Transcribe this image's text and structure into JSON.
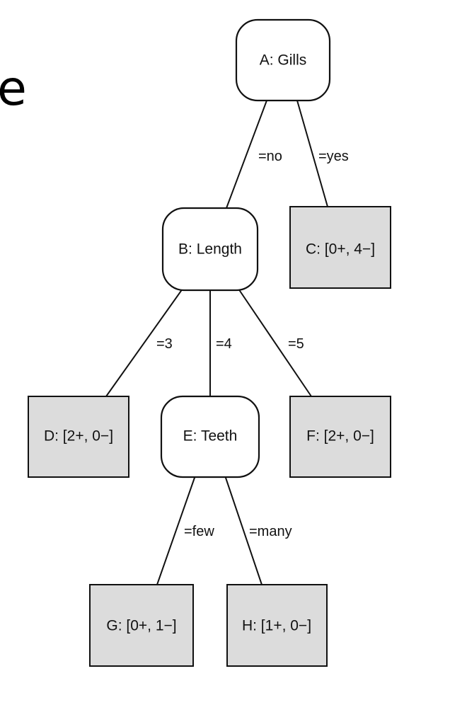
{
  "cropped_text": "e",
  "nodes": {
    "A": {
      "label": "A: Gills",
      "kind": "attribute"
    },
    "B": {
      "label": "B: Length",
      "kind": "attribute"
    },
    "C": {
      "label": "C: [0+, 4−]",
      "kind": "leaf"
    },
    "D": {
      "label": "D: [2+, 0−]",
      "kind": "leaf"
    },
    "E": {
      "label": "E: Teeth",
      "kind": "attribute"
    },
    "F": {
      "label": "F: [2+, 0−]",
      "kind": "leaf"
    },
    "G": {
      "label": "G: [0+, 1−]",
      "kind": "leaf"
    },
    "H": {
      "label": "H: [1+, 0−]",
      "kind": "leaf"
    }
  },
  "edges": {
    "A_B": {
      "from": "A",
      "to": "B",
      "label": "=no"
    },
    "A_C": {
      "from": "A",
      "to": "C",
      "label": "=yes"
    },
    "B_D": {
      "from": "B",
      "to": "D",
      "label": "=3"
    },
    "B_E": {
      "from": "B",
      "to": "E",
      "label": "=4"
    },
    "B_F": {
      "from": "B",
      "to": "F",
      "label": "=5"
    },
    "E_G": {
      "from": "E",
      "to": "G",
      "label": "=few"
    },
    "E_H": {
      "from": "E",
      "to": "H",
      "label": "=many"
    }
  },
  "colors": {
    "attribute_fill": "#ffffff",
    "leaf_fill": "#dcdcdc",
    "stroke": "#111111"
  }
}
